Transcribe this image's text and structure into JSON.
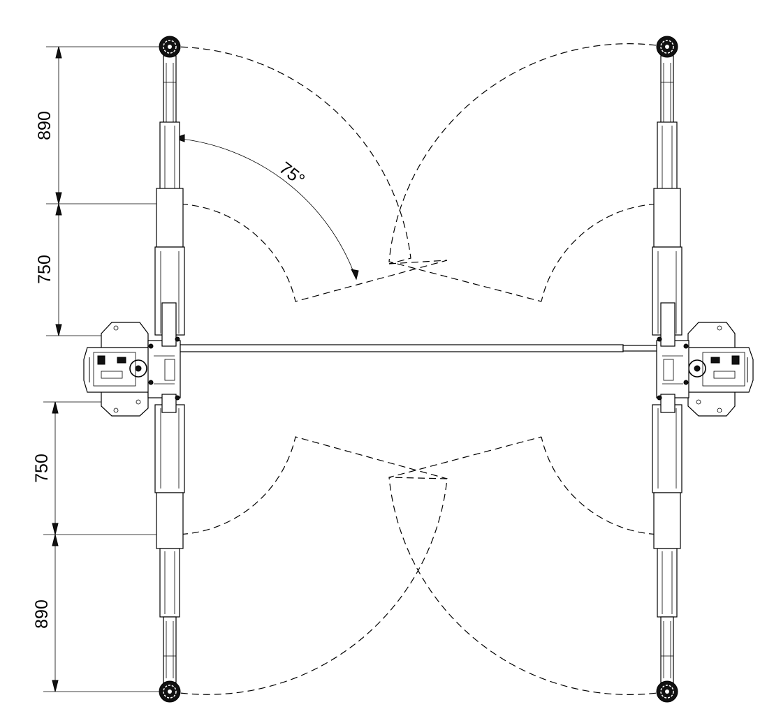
{
  "dimensions": {
    "upper_outer": "890",
    "upper_inner": "750",
    "lower_inner": "750",
    "lower_outer": "890"
  },
  "angle_label": "75°",
  "colors": {
    "line": "#000000",
    "background": "#ffffff"
  }
}
